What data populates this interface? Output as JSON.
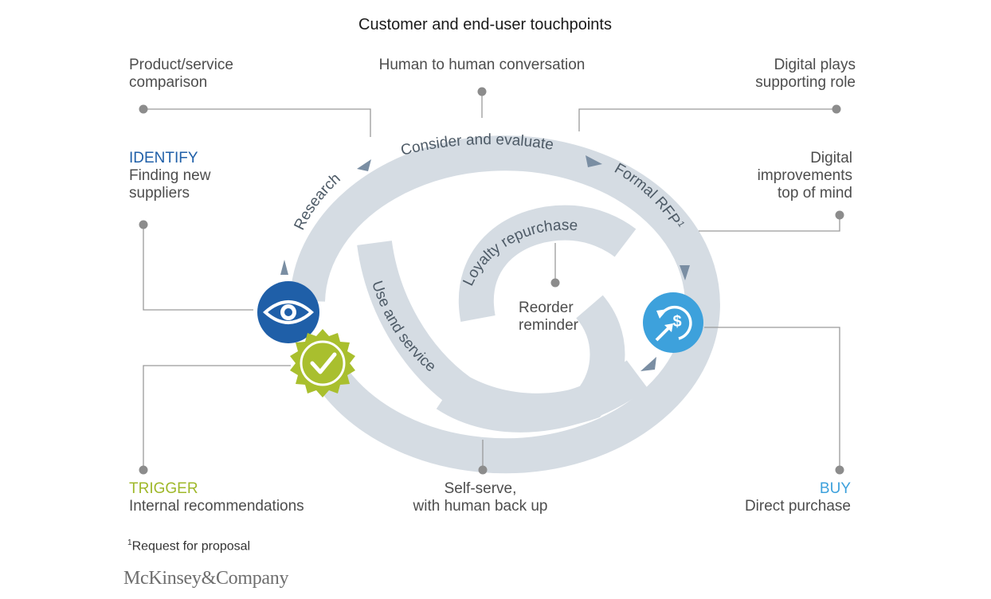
{
  "title": "Customer and end-user touchpoints",
  "labels": {
    "product_comparison": [
      "Product/service",
      "comparison"
    ],
    "human_conversation": "Human to human conversation",
    "digital_supporting": [
      "Digital plays",
      "supporting role"
    ],
    "identify_head": "IDENTIFY",
    "identify_desc": [
      "Finding new",
      "suppliers"
    ],
    "digital_improvements": [
      "Digital",
      "improvements",
      "top of mind"
    ],
    "reorder": [
      "Reorder",
      "reminder"
    ],
    "trigger_head": "TRIGGER",
    "trigger_desc": "Internal recommendations",
    "self_serve": [
      "Self-serve,",
      "with human back up"
    ],
    "buy_head": "BUY",
    "buy_desc": "Direct purchase"
  },
  "cycle": {
    "research": "Research",
    "consider": "Consider and evaluate",
    "formal_rfp": "Formal RFP",
    "formal_rfp_sup": "1",
    "loyalty": "Loyalty repurchase",
    "use_service": "Use and service"
  },
  "footnote": {
    "mark": "1",
    "text": "Request for proposal"
  },
  "logo": "McKinsey&Company",
  "colors": {
    "loop": "#d5dce3",
    "arrow": "#7a8ea3",
    "connector": "#8c8c8c",
    "identify": "#1f5fa8",
    "trigger": "#9fb82a",
    "buy": "#3da1dc"
  },
  "icons": [
    "eye-icon",
    "checkmark-seal-icon",
    "dollar-cycle-icon"
  ]
}
